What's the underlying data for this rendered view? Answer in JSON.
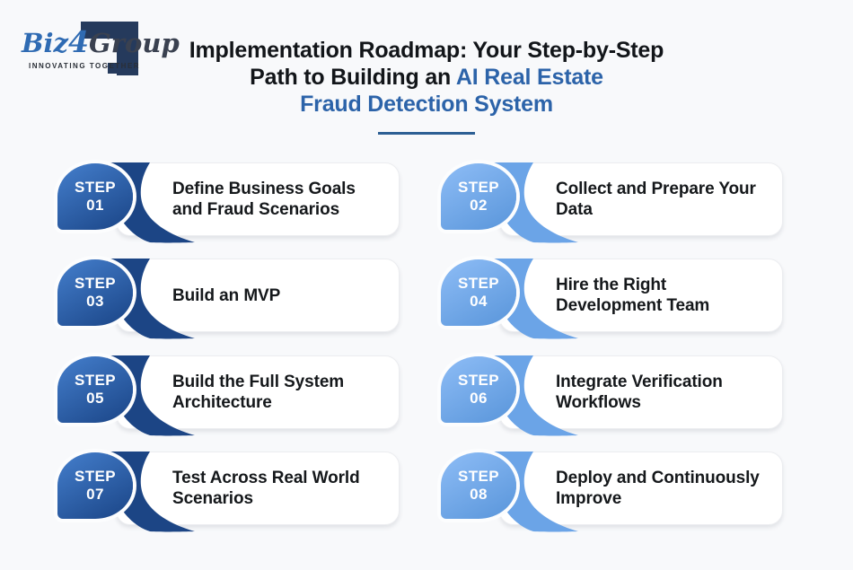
{
  "logo": {
    "biz": "Biz",
    "four": "4",
    "group": "Group",
    "tagline": "INNOVATING TOGETHER"
  },
  "title": {
    "line1": "Implementation Roadmap: Your Step-by-Step",
    "line2_black": "Path to Building an ",
    "line2_blue": "AI Real Estate",
    "line3_blue": "Fraud Detection System"
  },
  "steps": [
    {
      "label": "STEP",
      "number": "01",
      "text": "Define Business Goals and Fraud Scenarios"
    },
    {
      "label": "STEP",
      "number": "02",
      "text": "Collect and Prepare Your Data"
    },
    {
      "label": "STEP",
      "number": "03",
      "text": "Build an MVP"
    },
    {
      "label": "STEP",
      "number": "04",
      "text": "Hire the Right Development Team"
    },
    {
      "label": "STEP",
      "number": "05",
      "text": "Build the Full System Architecture"
    },
    {
      "label": "STEP",
      "number": "06",
      "text": "Integrate Verification Workflows"
    },
    {
      "label": "STEP",
      "number": "07",
      "text": "Test Across Real World Scenarios"
    },
    {
      "label": "STEP",
      "number": "08",
      "text": "Deploy and Continuously Improve"
    }
  ],
  "colors": {
    "background": "#f8f9fb",
    "title_blue": "#2c63a9",
    "underline_blue": "#2d5f94",
    "odd_badge_blue": "#2e62ab",
    "odd_ribbon_navy": "#1c4585",
    "even_blue": "#6ba4e7",
    "logo_bracket_navy": "#253a5c",
    "step_text_dark": "#15181b"
  }
}
